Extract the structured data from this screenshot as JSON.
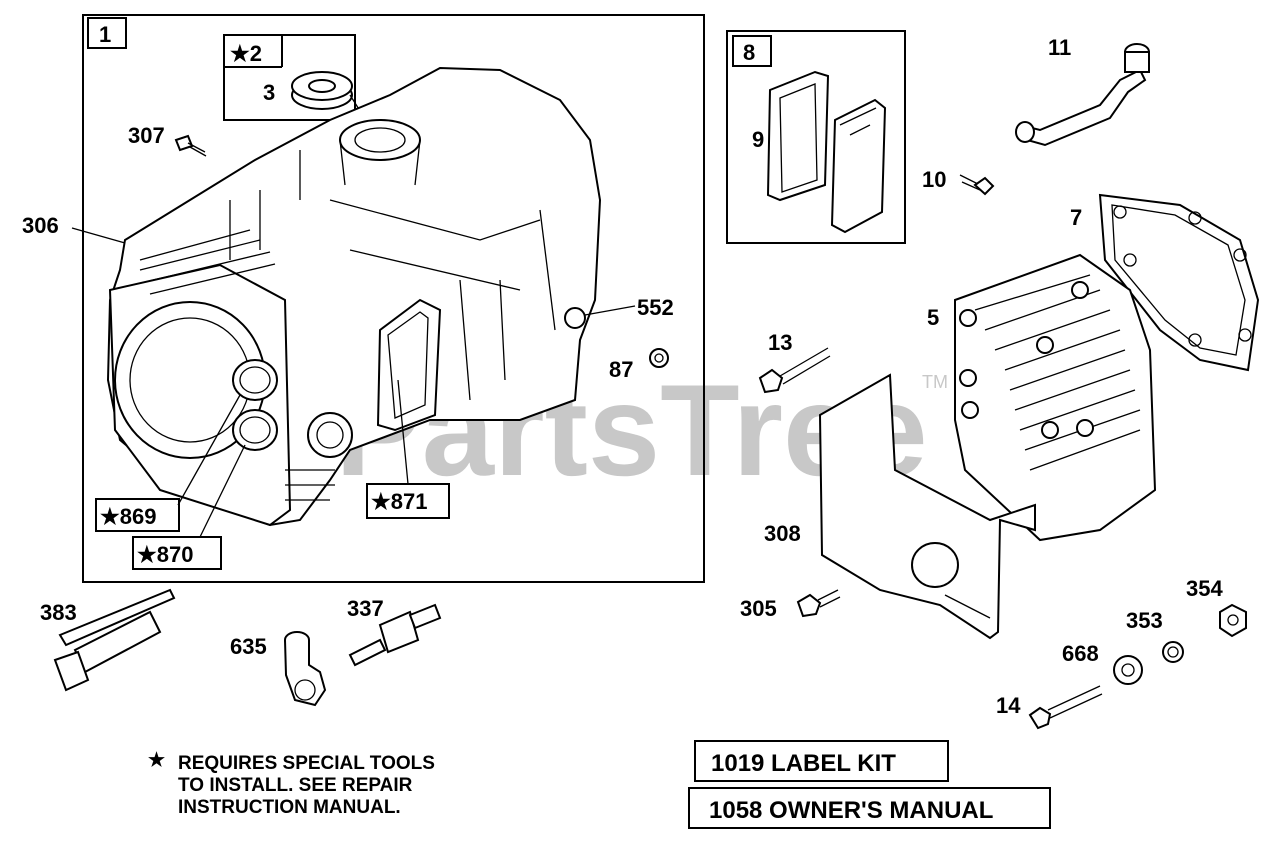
{
  "watermark": {
    "text": "PartsTree",
    "tm": "TM"
  },
  "groups": {
    "g1": "1",
    "g2": "★2",
    "g8": "8"
  },
  "callouts": {
    "c3": "3",
    "c307": "307",
    "c306": "306",
    "c552": "552",
    "c87": "87",
    "c869": "★869",
    "c870": "★870",
    "c871": "★871",
    "c9": "9",
    "c11": "11",
    "c10": "10",
    "c7": "7",
    "c5": "5",
    "c13": "13",
    "c308": "308",
    "c305": "305",
    "c354": "354",
    "c353": "353",
    "c668": "668",
    "c14": "14",
    "c383": "383",
    "c337": "337",
    "c635": "635"
  },
  "note": {
    "star": "★",
    "line1": "REQUIRES SPECIAL TOOLS",
    "line2": "TO INSTALL.  SEE REPAIR",
    "line3": "INSTRUCTION MANUAL."
  },
  "kits": {
    "label_kit": "1019 LABEL KIT",
    "owners_manual": "1058 OWNER'S MANUAL"
  }
}
